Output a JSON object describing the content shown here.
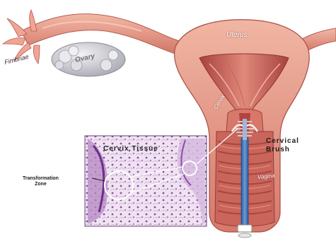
{
  "labels": {
    "uterus": "Uterus",
    "ovary": "Ovary",
    "fimbriae": "Fimbriae",
    "cervix": "Cervix",
    "vagina": "Vagina",
    "cervical_brush": "Cervical\nBrush",
    "cervix_tissue": "Cervix Tissue",
    "transformation_zone": "Transformation\nZone"
  },
  "colors": {
    "tissue_pink": "#e9a08e",
    "tissue_deep": "#b8514b",
    "ovary_gray": "#cfcfd4",
    "slide_bg": "#f1e7f2",
    "slide_purple": "#7b3b8f",
    "brush_blue": "#3d6fb3",
    "brush_bristle": "#d9d9d9"
  }
}
